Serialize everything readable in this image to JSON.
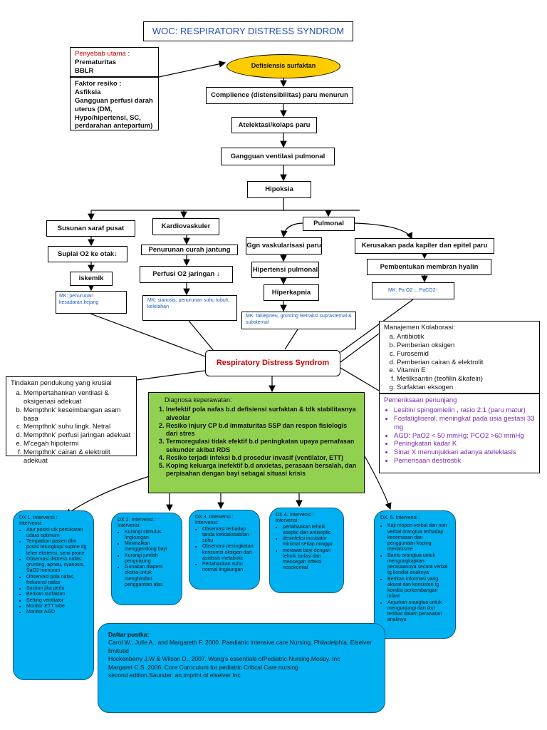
{
  "title": "WOC: RESPIRATORY DISTRESS SYNDROM",
  "cause": {
    "heading": "Penyebab utama",
    "colon": " :",
    "items": [
      "Prematuritas",
      "BBLR"
    ]
  },
  "risk": {
    "heading": "Faktor resiko :",
    "items": [
      "Asfiksia",
      "Gangguan perfusi darah uterus (DM, Hypo/hipertensi, SC, perdarahan antepartum)"
    ]
  },
  "flow": {
    "defisiensi": "Defisiensis surfaktan",
    "complience": "Complience (distensibilitas) paru  menurun",
    "atelektasi": "Atelektasi/kolaps paru",
    "gangguan_ventilasi": "Gangguan ventilasi pulmonal",
    "hipoksia": "Hipoksia"
  },
  "branches": {
    "saraf": {
      "label": "Susunan saraf pusat",
      "step1": "Suplai O2 ke otak↓",
      "step2": "iskemik",
      "mk": "MK: penurunan kesadaran,kejang"
    },
    "kardio": {
      "label": "Kardiovaskuler",
      "step1": "Penurunan curah jantung",
      "step2": "Perfusi O2 jaringan ↓",
      "mk": "MK: sianosis, penurunan suhu tubuh, kelelahan"
    },
    "pulmonal": {
      "label": "Pulmonal",
      "left_step1": "Ggn vaskularisasi paru",
      "left_step2": "Hipertensi pulmonal",
      "left_step3": "Hiperkapnia",
      "left_mk": "MK: takiepneu, grunting Retraksi suprasternal &   substernal",
      "right_step1": "Kerusakan pada kapiler dan epitel paru",
      "right_step2": "Pembentukan membran hyalin",
      "right_mk": "MK: Pa O2 ↓, PaCO2↑"
    }
  },
  "center_node": "Respiratory Distress Syndrom",
  "tindakan": {
    "heading": "Tindakan pendukung yang krusial",
    "items": [
      "Mempertahankan ventilasi & oksigenasi adekuat",
      "Mempthnk' keseimbangan asam basa",
      "Mempthnk' suhu lingk. Netral",
      "Mempthnk' perfusi jaringan adekuat",
      "M'cegah hipotermi",
      "Mempthnk' cairan & elektrolit adekuat"
    ]
  },
  "kolaborasi": {
    "heading": "Manajemen Kolaborasi:",
    "items": [
      "Antibiotik",
      "Pemberian oksigen",
      "Furosemid",
      "Pemberian cairan & elektrolit",
      "Vitamin E",
      "Metilksantin (teofilin &kafein)",
      "Surfaktan eksogen"
    ]
  },
  "penunjang": {
    "heading": "Pemeriksaan penunjang",
    "items": [
      "Lesitin/ spingomielin , rasio 2:1 (paru matur)",
      "Fosfatigliserol, meningkat pada usia gestasi 33 mg",
      "AGD: PaO2 < 50 mmHg; PCO2 >60 mmHg",
      "Peningkatan kadar K",
      "Sinar X menunjukkan adanya atelektasis",
      "Pemerisaan destrostik"
    ]
  },
  "diagnosa": {
    "heading": "Diagnosa keperawatan:",
    "items": [
      "Inefektif pola nafas b.d defisiensi surfaktan & tdk stabilitasnya alveolar",
      "Resiko injury CP b.d immaturitas  SSP dan respon fisiologis dari stres",
      "Termoregulasi tidak efektif b.d peningkatan upaya pernafasan sekunder akibat RDS",
      "Resiko terjadi infeksi b.d prosedur invasif (ventilator, ETT)",
      "Koping keluarga inefektif b.d anxietas, perasaan bersalah, dan perpisahan dengan     bayi sebagai  situasi krisis"
    ]
  },
  "dx": [
    {
      "title": "DX 1. Intervensi :",
      "items": [
        "Atur posisi utk pertukaran udara optimum",
        "Tempatkan pasien dlm posisi telungkup/ supine dg leher ekstensi, semi prone",
        "Observasi distress nafas: grunting, apneu, cyanosis, SaO2 menurun",
        "Observasi pola nafas, frekuensi nafas",
        "Suction jika perlu",
        "Berikan surfaktan",
        "Setting ventilator",
        "Monitor ETT tube",
        "Monitor AGD"
      ]
    },
    {
      "title": "DX 2. Intervensi :",
      "items": [
        "Kurangi stimulus lingkungan",
        "Minimalkan menggendong bayi",
        "Kurangi jumlah pengunjung",
        "Gunakan diapers ekstra untuk menghindari penggantian alas"
      ]
    },
    {
      "title": "DX 3. Intervensi :",
      "items": [
        "Observasi terhadap tanda ketidakstabilan suhu",
        "Observasi peningkatan konsumsi oksigen dan asidosis metabolic",
        "Pertahankan suhu normal lingkungan"
      ]
    },
    {
      "title": "DX 4. Intervensi :",
      "items": [
        "pertahankan tehnik aseptic dan antiseptic",
        "desinfeksi incubator minimal setiap minggu",
        "merawat bayi dengan tehnik isolasi dan mencegah infeksi nosokomial"
      ]
    },
    {
      "title": "DX. 5. Intervensi :",
      "items": [
        "Kaji respon verbal dan non verbal orangtua terhadap kecemasan dan penggunaan koping mekanisme",
        "Bantu orangtua untuk mengungkapkan perasaannya secara verbal tg kondisi anaknya",
        "Berikan informasi yang akurat dan konsisten tg kondisi perkembangan infant",
        "Anjurkan orangtua untuk mengunjungi dan ikut terlibat dalam perawatan anaknya"
      ]
    }
  ],
  "daftar": {
    "heading": "Daftar pustka:",
    "items": [
      "Carol W., Julie A., and Margareth F. 2000. Paediatric intensive care Nursing. Philadelphia. Elseiver limitutid",
      "Hockenberry J.W & Wilson D., 2007. Wong's essentials ofPediatric Nursing.Mosby. Inc",
      "Margaret C.S .2006. Core Curriculum for pediatric Critical Care nursing",
      " second edition.Saunder. an imprint of elseiver Inc"
    ]
  },
  "colors": {
    "title": "#1f4db8",
    "ellipse": "#ffcc00",
    "diagnosa": "#92d050",
    "cloud": "#00b0f0",
    "center_text": "#d00000",
    "penunjang": "#7a2bb0",
    "mk_text": "#1a5fbf"
  }
}
